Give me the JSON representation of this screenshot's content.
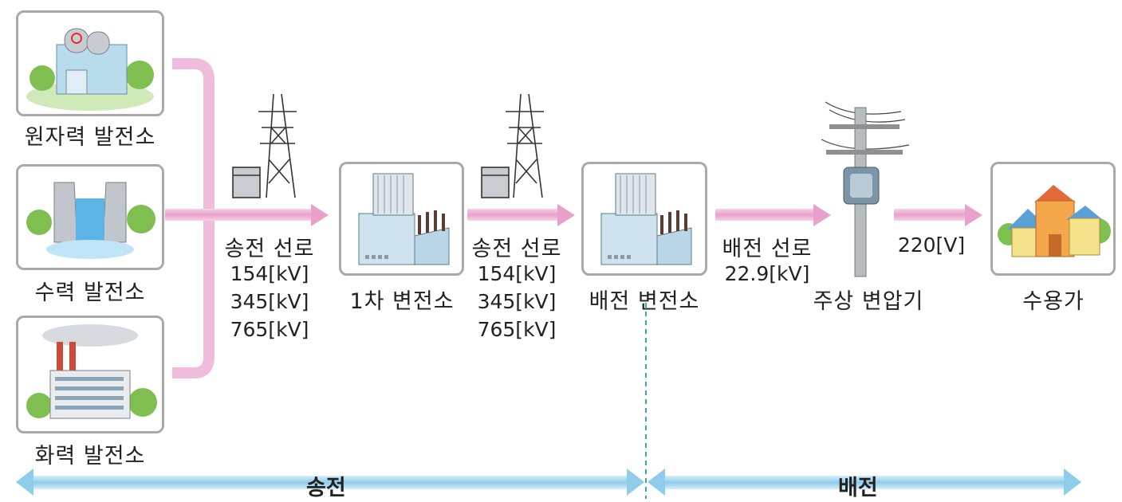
{
  "plants": {
    "nuclear": "원자력 발전소",
    "hydro": "수력 발전소",
    "thermal": "화력 발전소"
  },
  "line1": {
    "label": "송전 선로",
    "voltages": [
      "154[kV]",
      "345[kV]",
      "765[kV]"
    ]
  },
  "substation1": "1차 변전소",
  "line2": {
    "label": "송전 선로",
    "voltages": [
      "154[kV]",
      "345[kV]",
      "765[kV]"
    ]
  },
  "distribution_substation": "배전 변전소",
  "distribution_line": {
    "label": "배전 선로",
    "voltage": "22.9[kV]"
  },
  "pole_transformer": "주상 변압기",
  "consumer_voltage": "220[V]",
  "consumer": "수용가",
  "sections": {
    "transmission": "송전",
    "distribution": "배전"
  },
  "colors": {
    "flow_arrow": "#e9a9cf",
    "section_arrow": "#9fd3ee",
    "divider": "#3aa6c4",
    "box_border": "#a9a9a9"
  }
}
